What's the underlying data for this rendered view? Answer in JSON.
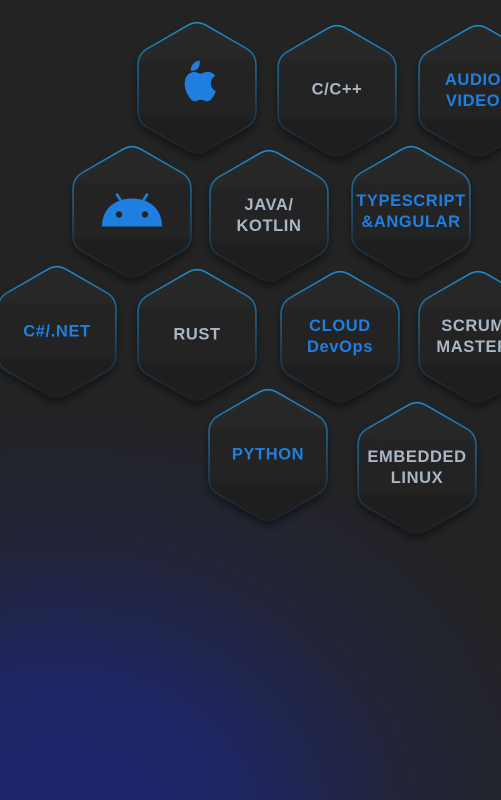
{
  "hexagons": [
    {
      "id": "apple",
      "label": "",
      "icon": "apple-icon"
    },
    {
      "id": "cpp",
      "label": "C/C++"
    },
    {
      "id": "audio",
      "label": "AUDIO\nVIDEO"
    },
    {
      "id": "android",
      "label": "",
      "icon": "android-icon"
    },
    {
      "id": "java",
      "label": "JAVA/\nKOTLIN"
    },
    {
      "id": "typescript",
      "label": "TYPESCRIPT\n&ANGULAR"
    },
    {
      "id": "csharp",
      "label": "C#/.NET"
    },
    {
      "id": "rust",
      "label": "RUST"
    },
    {
      "id": "cloud",
      "label": "CLOUD\nDevOps"
    },
    {
      "id": "scrum",
      "label": "SCRUM\nMASTER"
    },
    {
      "id": "python",
      "label": "PYTHON"
    },
    {
      "id": "embedded",
      "label": "EMBEDDED\nLINUX"
    }
  ],
  "colors": {
    "background": "#232323",
    "accent_blue": "#1f7fe0",
    "label_grey": "#a9b6c4",
    "glow_navy": "#1e2470"
  }
}
